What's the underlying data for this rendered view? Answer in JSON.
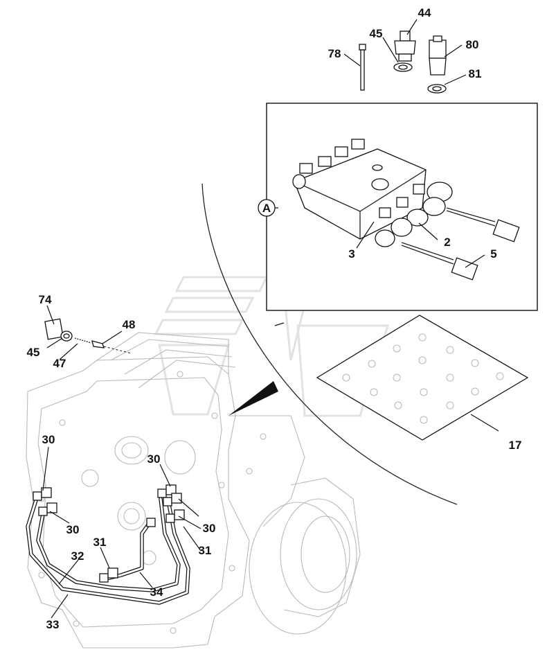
{
  "callout": {
    "letter": "A"
  },
  "labels": {
    "l44": "44",
    "l45_top": "45",
    "l78": "78",
    "l80": "80",
    "l81": "81",
    "l2": "2",
    "l3": "3",
    "l5": "5",
    "l74": "74",
    "l45_left": "45",
    "l47": "47",
    "l48": "48",
    "l17": "17",
    "l30_a": "30",
    "l30_b": "30",
    "l30_c": "30",
    "l30_d": "30",
    "l31_a": "31",
    "l31_b": "31",
    "l32": "32",
    "l33": "33",
    "l34": "34"
  },
  "colors": {
    "ink": "#111111",
    "ghost": "#b9b9b9",
    "watermark": "#e2e2e2"
  }
}
